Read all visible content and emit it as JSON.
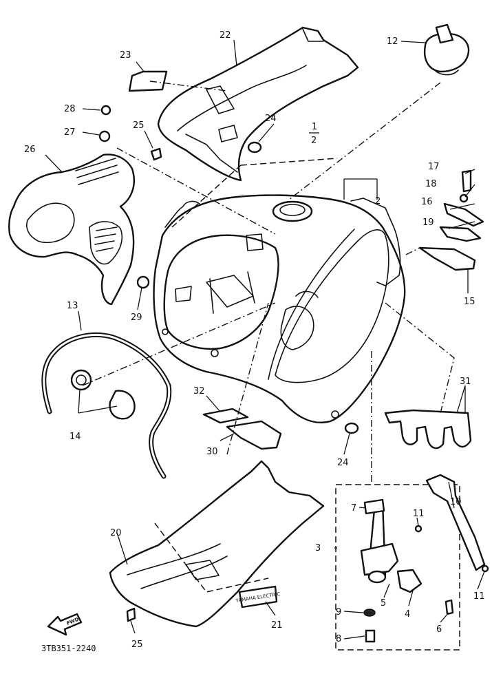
{
  "diagram_code": "3TB351-2240",
  "fwd_label": "FWD",
  "decal_text": "YAMAHA ELECTRIC",
  "callouts": [
    "1",
    "2",
    "2",
    "3",
    "4",
    "5",
    "6",
    "7",
    "8",
    "9",
    "10",
    "11",
    "11",
    "12",
    "13",
    "14",
    "15",
    "16",
    "17",
    "18",
    "19",
    "20",
    "21",
    "22",
    "23",
    "24",
    "24",
    "25",
    "25",
    "26",
    "27",
    "28",
    "29",
    "30",
    "31",
    "32"
  ]
}
